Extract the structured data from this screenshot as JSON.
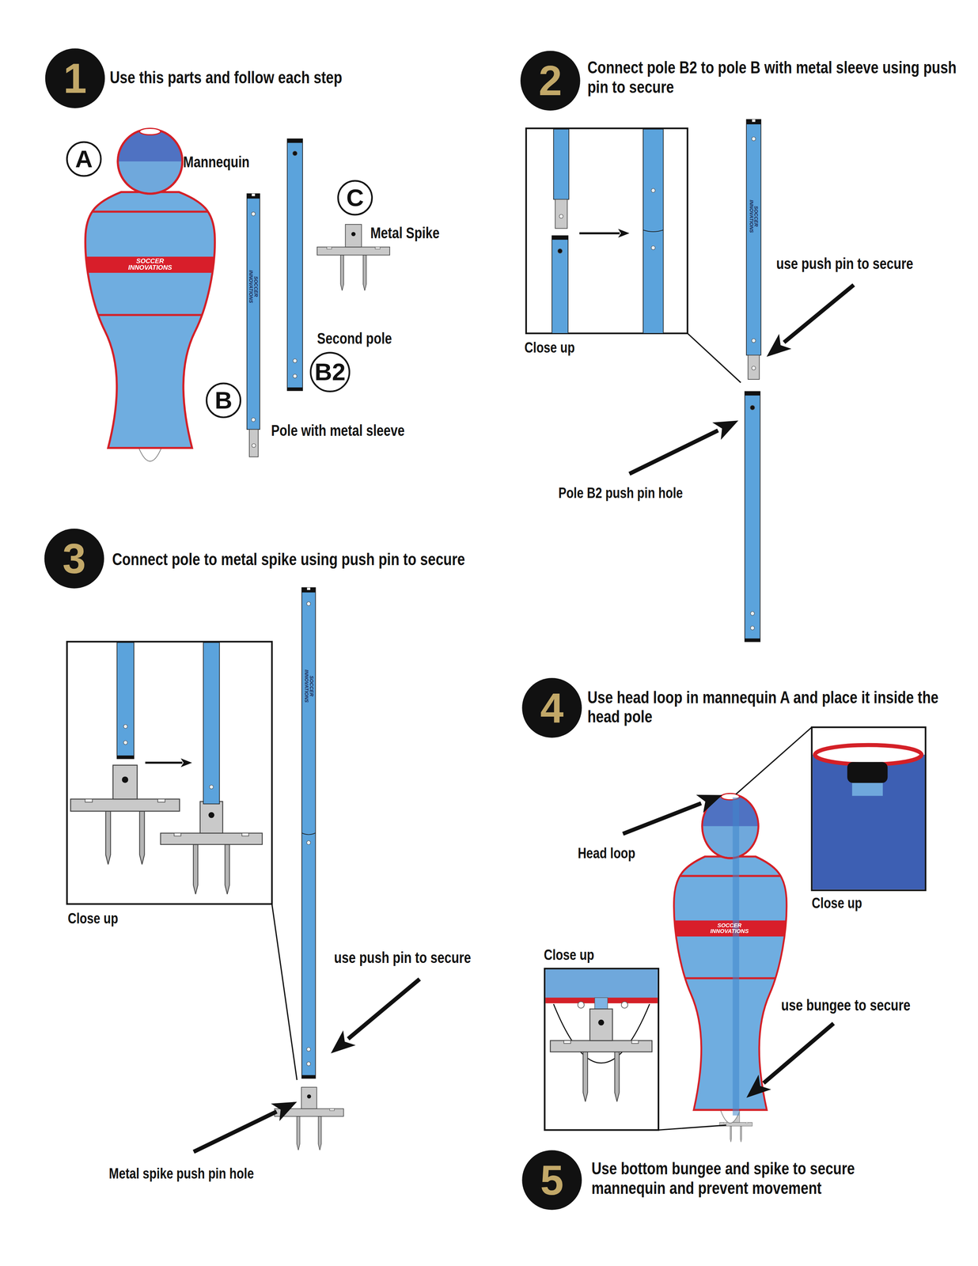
{
  "diagram": {
    "nodes": [
      {
        "text": [
          "1"
        ]
      },
      {
        "text": [
          "A"
        ]
      },
      {
        "text": [
          "C"
        ]
      },
      {
        "text": [
          "B2"
        ]
      },
      {
        "text": [
          "B"
        ]
      },
      {
        "text": [
          "2"
        ]
      },
      {
        "text": [
          "3"
        ]
      },
      {
        "text": [
          "4"
        ]
      },
      {
        "text": [
          "5"
        ]
      }
    ],
    "labels": [
      "Use this parts and follow each step",
      "Mannequin",
      "Metal Spike",
      "Second pole",
      "Pole with metal sleeve",
      "SOCCER INNOVATIONS",
      "SOCCER INNOVATIONS",
      "Connect pole B2 to pole B with metal sleeve using push pin to secure",
      "Close up",
      "use push pin to secure",
      "SOCCER INNOVATIONS",
      "Pole B2 push pin hole",
      "Connect pole to metal spike using push pin to secure",
      "Close up",
      "SOCCER INNOVATIONS",
      "use push pin to secure",
      "Metal spike push pin hole",
      "Use head loop in mannequin A and place it inside the head pole",
      "Head loop",
      "Close up",
      "Close up",
      "SOCCER INNOVATIONS",
      "use bungee to secure",
      "Use bottom bungee and spike to secure mannequin and prevent movement"
    ]
  }
}
